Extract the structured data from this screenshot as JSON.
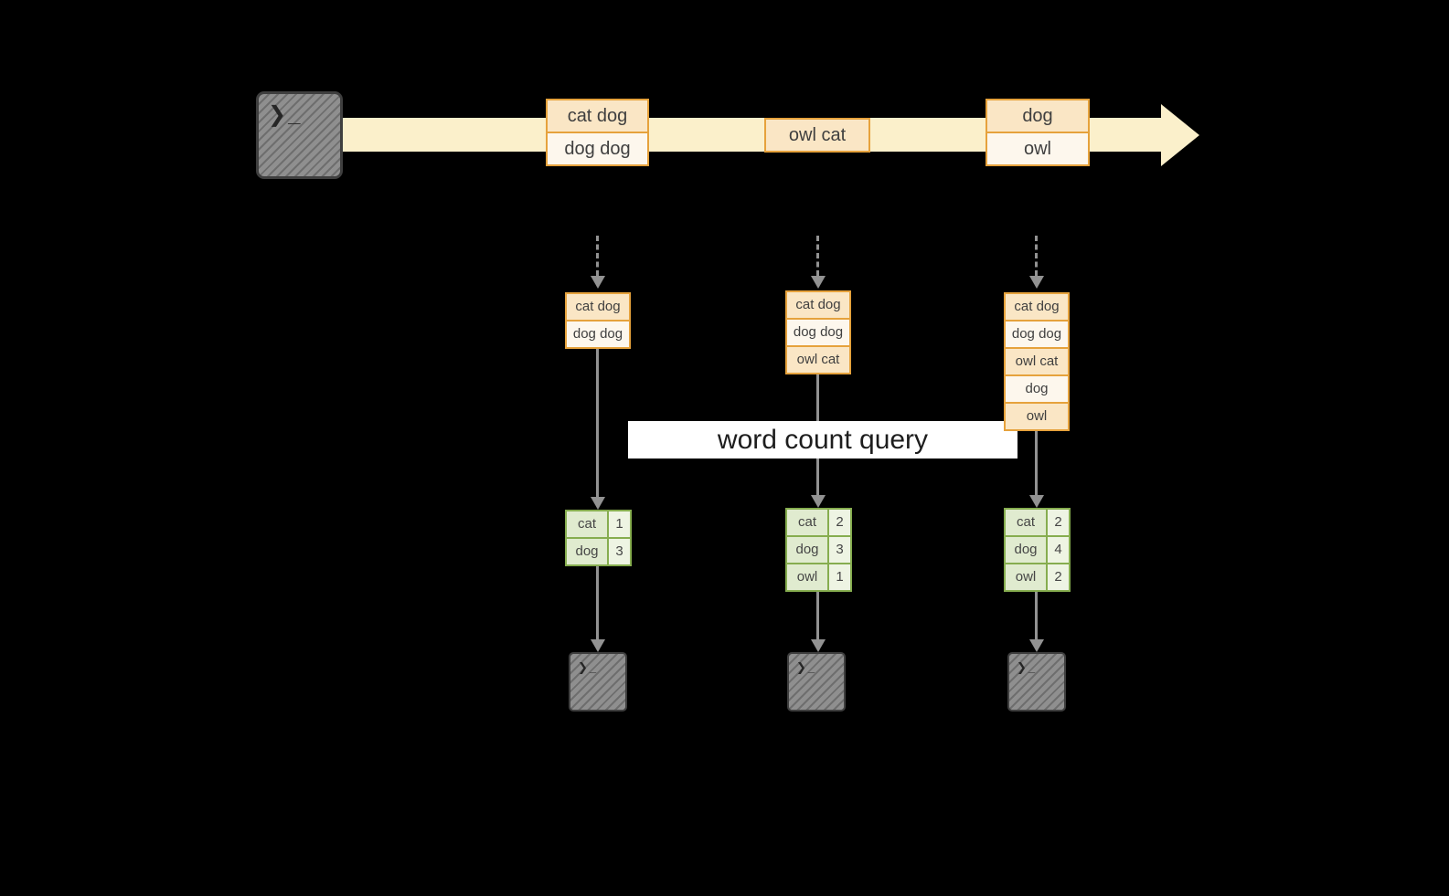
{
  "colors": {
    "background": "#000000",
    "timeline_fill": "#fbf0cb",
    "orange_border": "#e6a23c",
    "orange_fill_dark": "#fae6c5",
    "orange_fill_light": "#fdf7ed",
    "green_border": "#86ad4f",
    "green_fill": "#e0ebcf",
    "arrow_gray": "#929292",
    "terminal_gray": "#8f8f8f"
  },
  "terminal": {
    "prompt": "❯_"
  },
  "timeline": {
    "batches": [
      {
        "lines": [
          "cat dog",
          "dog dog"
        ]
      },
      {
        "lines": [
          "owl cat"
        ]
      },
      {
        "lines": [
          "dog",
          "owl"
        ]
      }
    ]
  },
  "query_label": "word count query",
  "columns": [
    {
      "input": [
        "cat dog",
        "dog dog"
      ],
      "counts": [
        {
          "word": "cat",
          "count": "1"
        },
        {
          "word": "dog",
          "count": "3"
        }
      ]
    },
    {
      "input": [
        "cat dog",
        "dog dog",
        "owl cat"
      ],
      "counts": [
        {
          "word": "cat",
          "count": "2"
        },
        {
          "word": "dog",
          "count": "3"
        },
        {
          "word": "owl",
          "count": "1"
        }
      ]
    },
    {
      "input": [
        "cat dog",
        "dog dog",
        "owl cat",
        "dog",
        "owl"
      ],
      "counts": [
        {
          "word": "cat",
          "count": "2"
        },
        {
          "word": "dog",
          "count": "4"
        },
        {
          "word": "owl",
          "count": "2"
        }
      ]
    }
  ]
}
